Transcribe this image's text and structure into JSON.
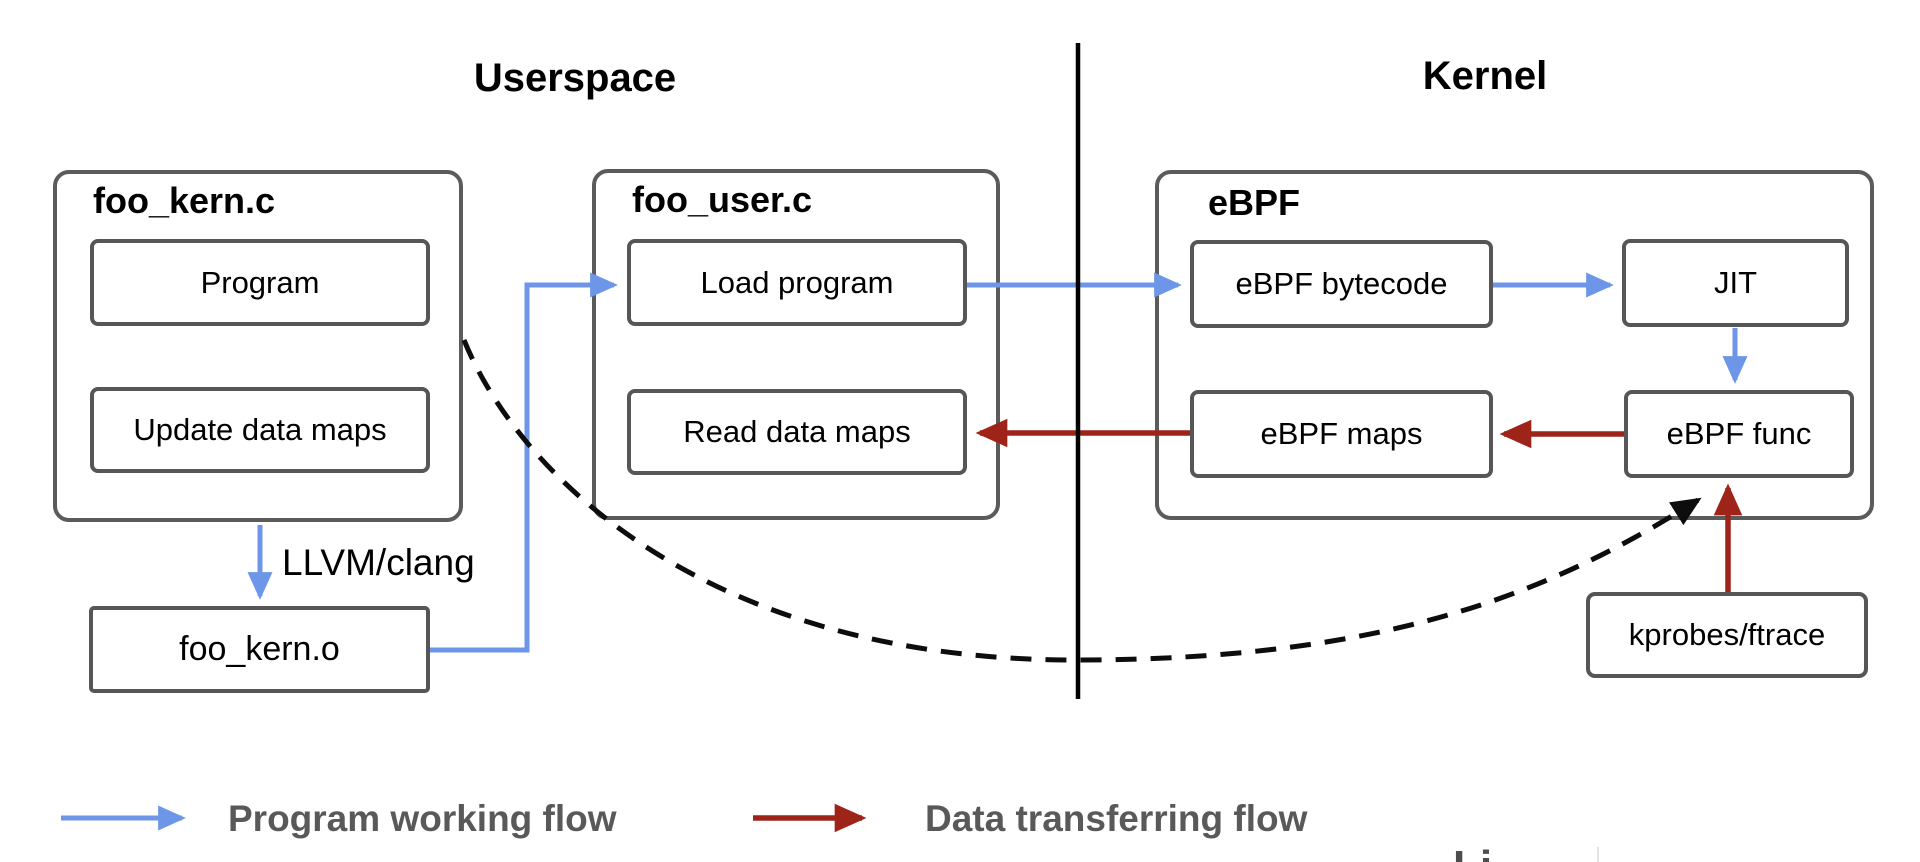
{
  "titles": {
    "userspace": "Userspace",
    "kernel": "Kernel"
  },
  "groups": {
    "foo_kern_c": {
      "title": "foo_kern.c"
    },
    "foo_user_c": {
      "title": "foo_user.c"
    },
    "ebpf": {
      "title": "eBPF"
    }
  },
  "nodes": {
    "program": "Program",
    "update_maps": "Update data maps",
    "load_program": "Load program",
    "read_maps": "Read data maps",
    "bytecode": "eBPF bytecode",
    "jit": "JIT",
    "maps": "eBPF maps",
    "func": "eBPF func",
    "foo_kern_o": "foo_kern.o",
    "kprobes": "kprobes/ftrace"
  },
  "labels": {
    "compiler": "LLVM/clang"
  },
  "legend": {
    "program_flow": "Program working flow",
    "data_flow": "Data transferring flow"
  },
  "watermark": "Li",
  "colors": {
    "program_flow": "#6d96e8",
    "data_flow": "#9e241a",
    "attach_dashed": "#0d0d0d",
    "divider": "#000000"
  }
}
